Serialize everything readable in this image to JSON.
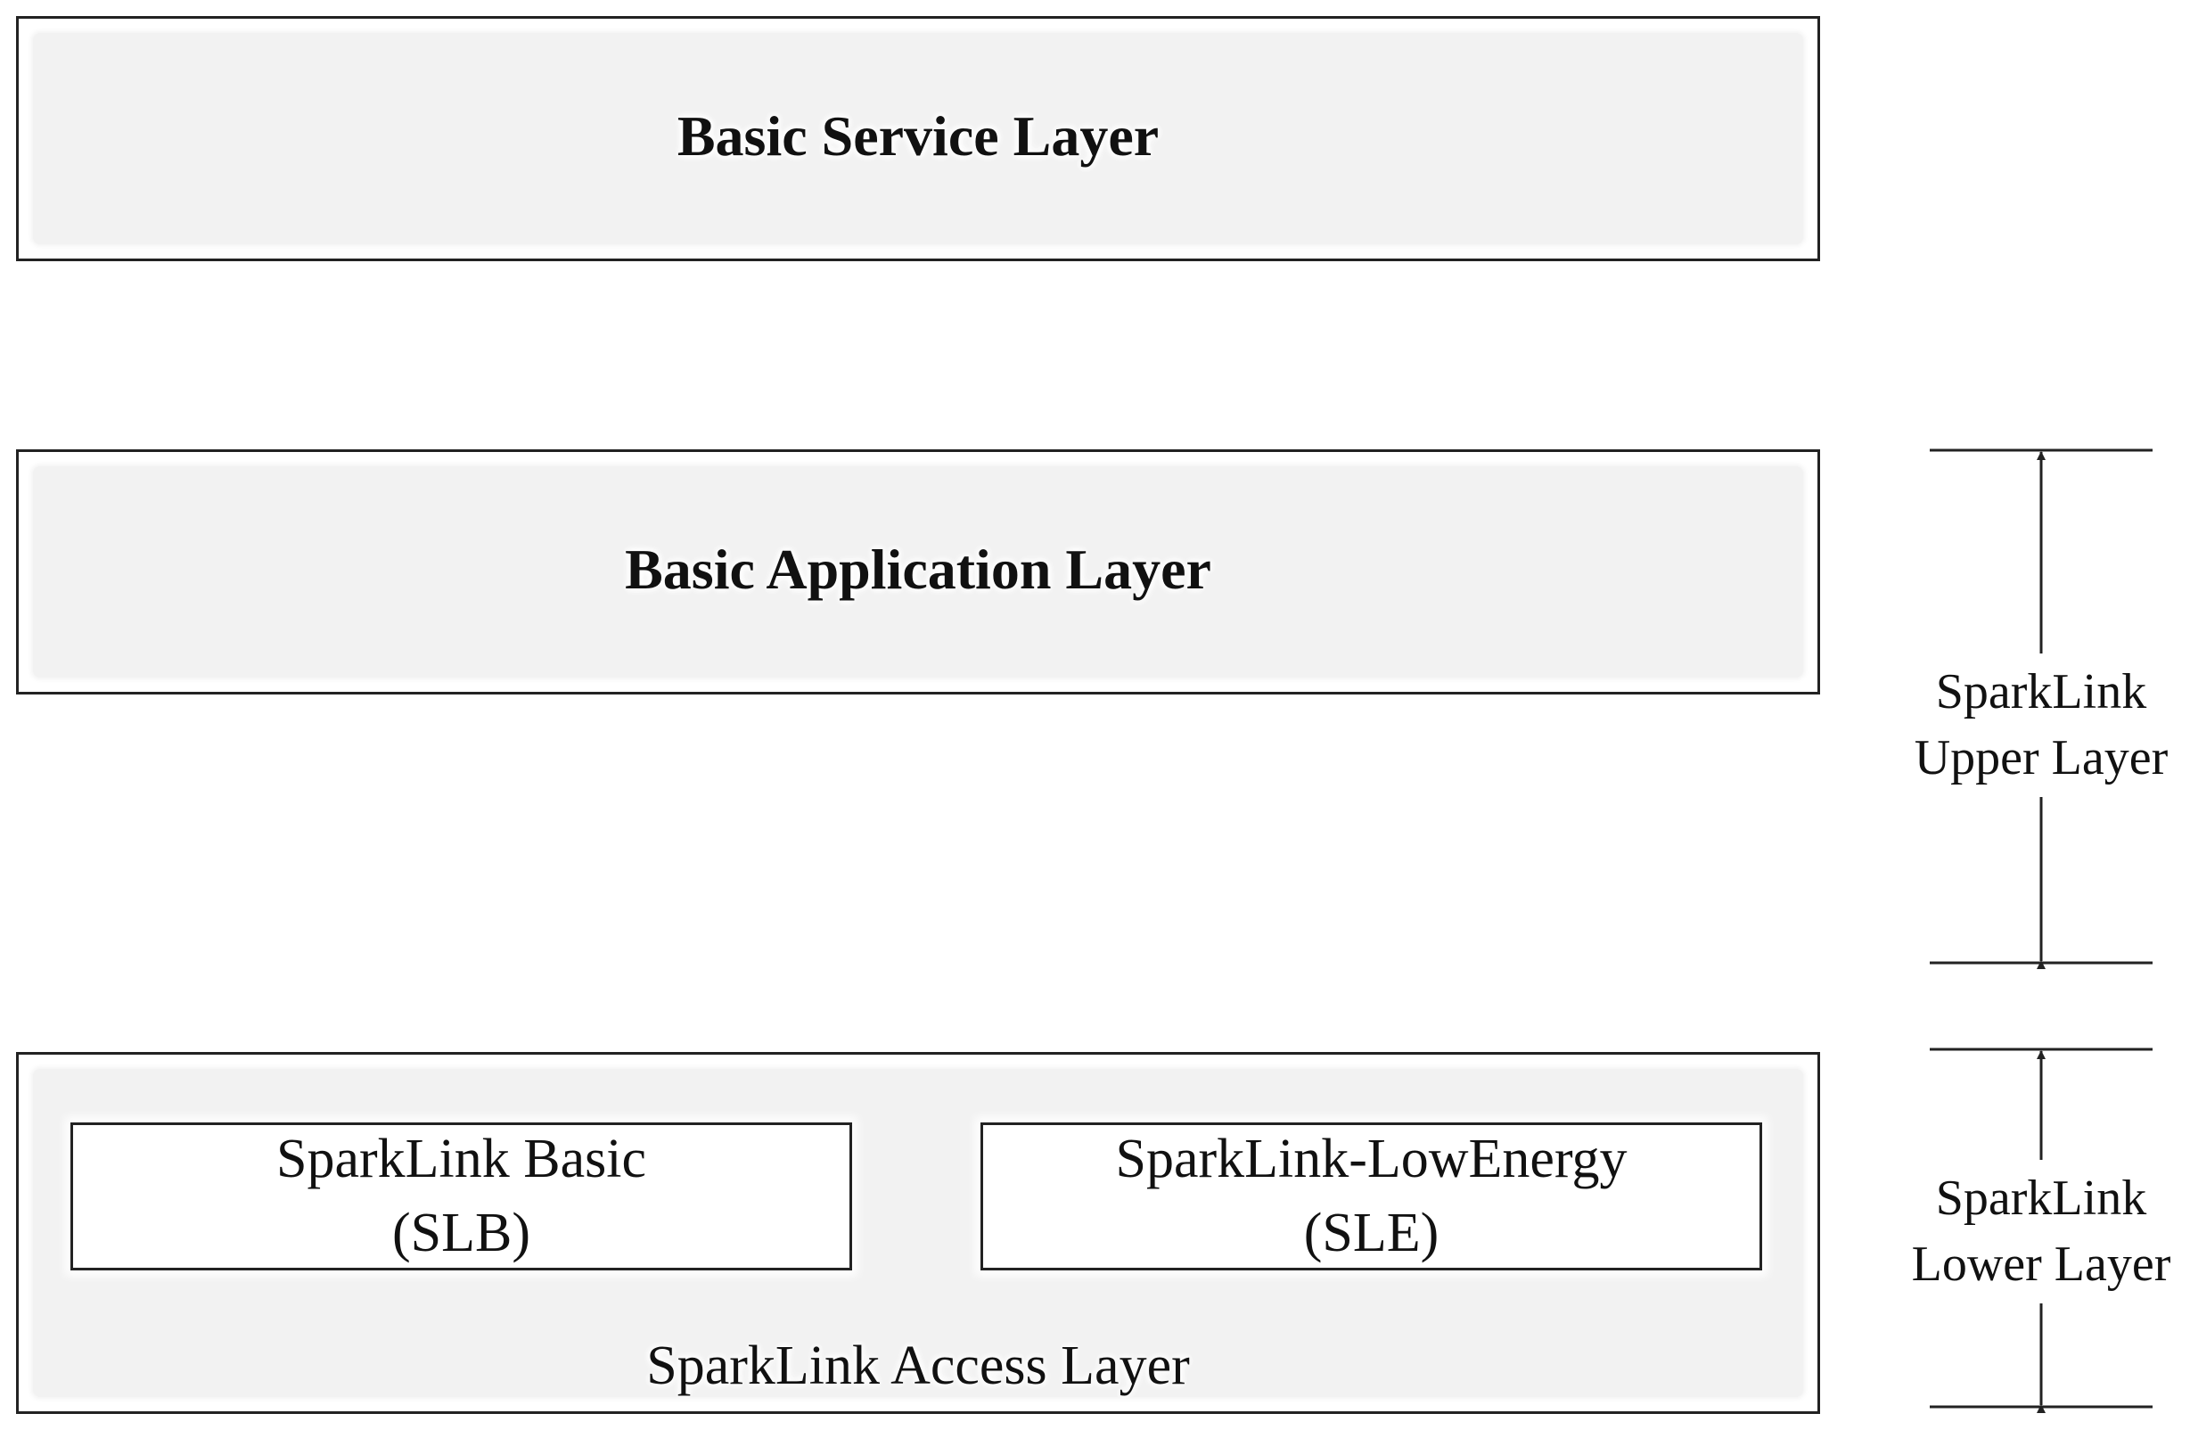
{
  "layers": {
    "service": {
      "title": "Basic Service Layer"
    },
    "application": {
      "title": "Basic Application Layer"
    },
    "access": {
      "title": "SparkLink Access Layer",
      "slb": {
        "line1": "SparkLink Basic",
        "line2": "(SLB)"
      },
      "sle": {
        "line1": "SparkLink-LowEnergy",
        "line2": "(SLE)"
      }
    }
  },
  "dimensions": {
    "upper": {
      "line1": "SparkLink",
      "line2": "Upper Layer"
    },
    "lower": {
      "line1": "SparkLink",
      "line2": "Lower Layer"
    }
  },
  "colors": {
    "stroke": "#222222",
    "fill": "#f2f2f2"
  }
}
